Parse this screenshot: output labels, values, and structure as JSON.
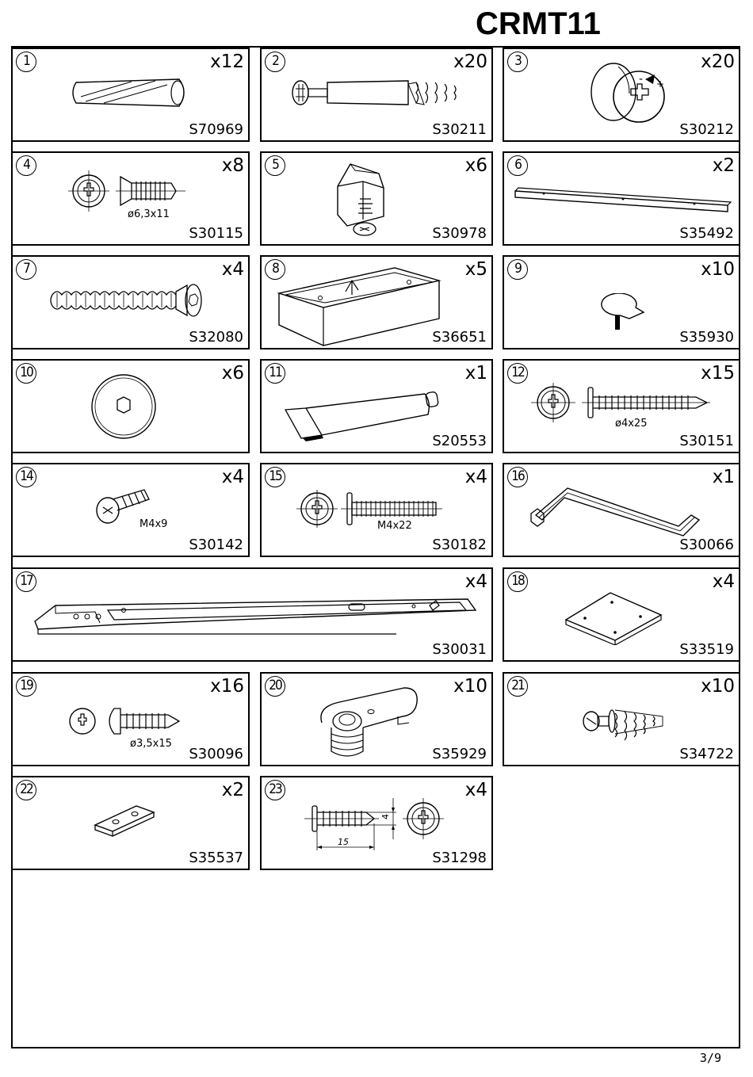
{
  "header": {
    "model": "CRMT11"
  },
  "parts": [
    {
      "num": "1",
      "qty": "x12",
      "code": "S70969",
      "dim": "",
      "icon": "wooden-dowel-icon"
    },
    {
      "num": "2",
      "qty": "x20",
      "code": "S30211",
      "dim": "",
      "icon": "cam-bolt-icon"
    },
    {
      "num": "3",
      "qty": "x20",
      "code": "S30212",
      "dim": "",
      "icon": "cam-lock-icon"
    },
    {
      "num": "4",
      "qty": "x8",
      "code": "S30115",
      "dim": "ø6,3x11",
      "icon": "flat-head-screw-icon"
    },
    {
      "num": "5",
      "qty": "x6",
      "code": "S30978",
      "dim": "",
      "icon": "corner-bracket-icon"
    },
    {
      "num": "6",
      "qty": "x2",
      "code": "S35492",
      "dim": "",
      "icon": "metal-rail-icon"
    },
    {
      "num": "7",
      "qty": "x4",
      "code": "S32080",
      "dim": "",
      "icon": "confirmat-screw-icon"
    },
    {
      "num": "8",
      "qty": "x5",
      "code": "S36651",
      "dim": "",
      "icon": "plastic-tray-icon"
    },
    {
      "num": "9",
      "qty": "x10",
      "code": "S35930",
      "dim": "",
      "icon": "shelf-support-pin-icon"
    },
    {
      "num": "10",
      "qty": "x6",
      "code": "",
      "dim": "",
      "icon": "cover-cap-icon"
    },
    {
      "num": "11",
      "qty": "x1",
      "code": "S20553",
      "dim": "",
      "icon": "glue-tube-icon"
    },
    {
      "num": "12",
      "qty": "x15",
      "code": "S30151",
      "dim": "ø4x25",
      "icon": "wood-screw-icon"
    },
    {
      "num": "14",
      "qty": "x4",
      "code": "S30142",
      "dim": "M4x9",
      "icon": "machine-screw-short-icon"
    },
    {
      "num": "15",
      "qty": "x4",
      "code": "S30182",
      "dim": "M4x22",
      "icon": "machine-screw-long-icon"
    },
    {
      "num": "16",
      "qty": "x1",
      "code": "S30066",
      "dim": "",
      "icon": "allen-key-icon"
    },
    {
      "num": "17",
      "qty": "x4",
      "code": "S30031",
      "dim": "",
      "icon": "drawer-slide-icon"
    },
    {
      "num": "18",
      "qty": "x4",
      "code": "S33519",
      "dim": "",
      "icon": "mounting-plate-icon"
    },
    {
      "num": "19",
      "qty": "x16",
      "code": "S30096",
      "dim": "ø3,5x15",
      "icon": "round-head-screw-icon"
    },
    {
      "num": "20",
      "qty": "x10",
      "code": "S35929",
      "dim": "",
      "icon": "eccentric-connector-icon"
    },
    {
      "num": "21",
      "qty": "x10",
      "code": "S34722",
      "dim": "",
      "icon": "connector-bolt-icon"
    },
    {
      "num": "22",
      "qty": "x2",
      "code": "S35537",
      "dim": "",
      "icon": "small-plate-icon"
    },
    {
      "num": "23",
      "qty": "x4",
      "code": "S31298",
      "dim": "",
      "dim_length": "15",
      "dim_width": "4",
      "icon": "wafer-screw-icon"
    }
  ],
  "footer": {
    "page": "3/9"
  }
}
